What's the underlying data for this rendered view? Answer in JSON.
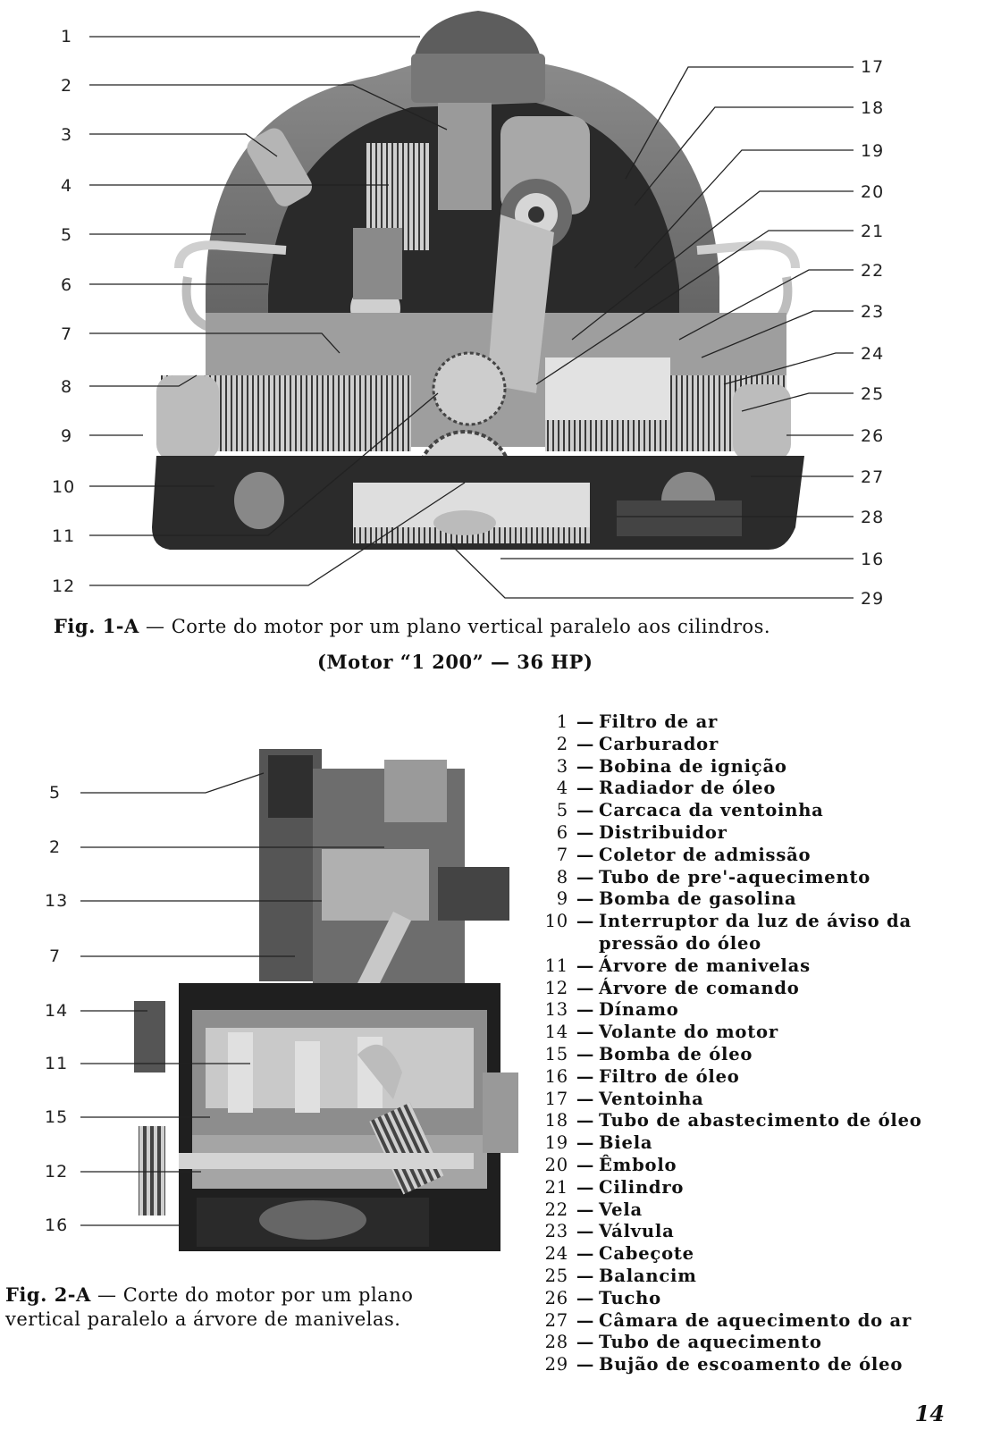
{
  "fig1": {
    "left_numbers": [
      "1",
      "2",
      "3",
      "4",
      "5",
      "6",
      "7",
      "8",
      "9",
      "10",
      "11",
      "12"
    ],
    "right_numbers": [
      "17",
      "18",
      "19",
      "20",
      "21",
      "22",
      "23",
      "24",
      "25",
      "26",
      "27",
      "28",
      "16",
      "29"
    ],
    "caption_label": "Fig. 1-A",
    "caption_dash": "—",
    "caption_text": "Corte do motor por um plano vertical paralelo aos cilindros.",
    "caption_sub": "(Motor “1 200” — 36 HP)"
  },
  "fig2": {
    "left_numbers": [
      "5",
      "2",
      "13",
      "7",
      "14",
      "11",
      "15",
      "12",
      "16"
    ],
    "caption_label": "Fig. 2-A",
    "caption_line1": "— Corte do motor por um plano",
    "caption_line2": "vertical paralelo a árvore de manivelas."
  },
  "legend": [
    {
      "n": "1",
      "text": "Filtro de ar"
    },
    {
      "n": "2",
      "text": "Carburador"
    },
    {
      "n": "3",
      "text": "Bobina de ignição"
    },
    {
      "n": "4",
      "text": "Radiador de óleo"
    },
    {
      "n": "5",
      "text": "Carcaca da ventoinha"
    },
    {
      "n": "6",
      "text": "Distribuidor"
    },
    {
      "n": "7",
      "text": "Coletor de admissão"
    },
    {
      "n": "8",
      "text": "Tubo de pre'-aquecimento"
    },
    {
      "n": "9",
      "text": "Bomba de gasolina"
    },
    {
      "n": "10",
      "text": "Interruptor da luz de áviso da pressão do óleo"
    },
    {
      "n": "11",
      "text": "Árvore de manivelas"
    },
    {
      "n": "12",
      "text": "Árvore de comando"
    },
    {
      "n": "13",
      "text": "Dínamo"
    },
    {
      "n": "14",
      "text": "Volante do motor"
    },
    {
      "n": "15",
      "text": "Bomba de óleo"
    },
    {
      "n": "16",
      "text": "Filtro de óleo"
    },
    {
      "n": "17",
      "text": "Ventoinha"
    },
    {
      "n": "18",
      "text": "Tubo de abastecimento de óleo"
    },
    {
      "n": "19",
      "text": "Biela"
    },
    {
      "n": "20",
      "text": "Êmbolo"
    },
    {
      "n": "21",
      "text": "Cilindro"
    },
    {
      "n": "22",
      "text": "Vela"
    },
    {
      "n": "23",
      "text": "Válvula"
    },
    {
      "n": "24",
      "text": "Cabeçote"
    },
    {
      "n": "25",
      "text": "Balancim"
    },
    {
      "n": "26",
      "text": "Tucho"
    },
    {
      "n": "27",
      "text": "Câmara de aquecimento do ar"
    },
    {
      "n": "28",
      "text": "Tubo de aquecimento"
    },
    {
      "n": "29",
      "text": "Bujão de escoamento de óleo"
    }
  ],
  "page_number": "14"
}
